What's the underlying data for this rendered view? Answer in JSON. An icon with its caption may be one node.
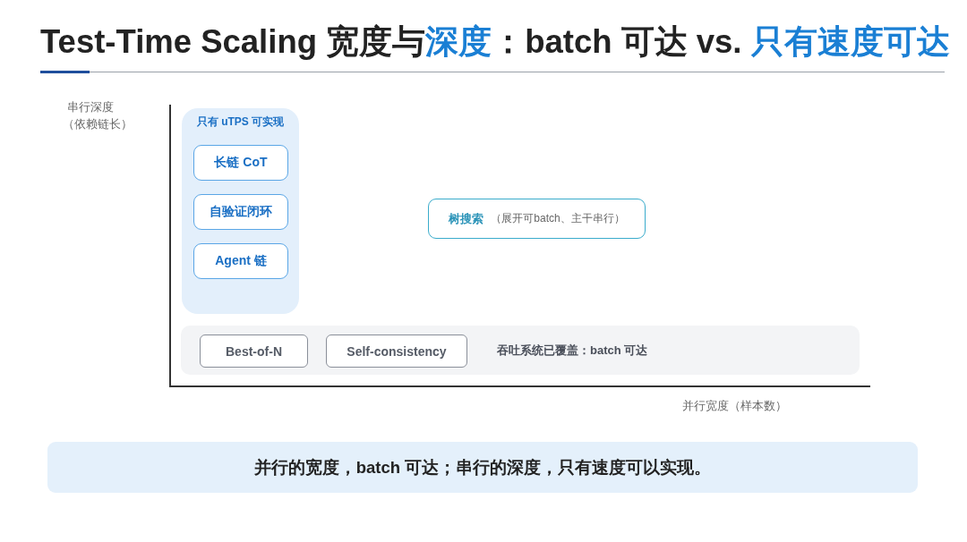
{
  "diagram": {
    "title": "Test-Time Scaling 宽度与**深度**：batch 可达 vs. **只有速度可达**",
    "nodes": [
      {
        "text": [
          "只有 uTPS 可实现"
        ]
      },
      {
        "text": [
          "长链 CoT"
        ],
        "in": 0
      },
      {
        "text": [
          "自验证闭环"
        ],
        "in": 0
      },
      {
        "text": [
          "Agent 链"
        ],
        "in": 0
      },
      {
        "text": [
          "树搜索",
          "（展开可batch、主干串行）"
        ]
      },
      {
        "text": [
          "吞吐系统已覆盖：batch 可达"
        ]
      },
      {
        "text": [
          "Best-of-N"
        ],
        "in": 5
      },
      {
        "text": [
          "Self-consistency"
        ],
        "in": 5
      },
      {
        "text": [
          "并行的宽度，batch 可达；串行的深度，只有速度可以实现。"
        ]
      }
    ],
    "labels": [
      "串行深度",
      "（依赖链长）",
      "并行宽度（样本数）"
    ]
  }
}
